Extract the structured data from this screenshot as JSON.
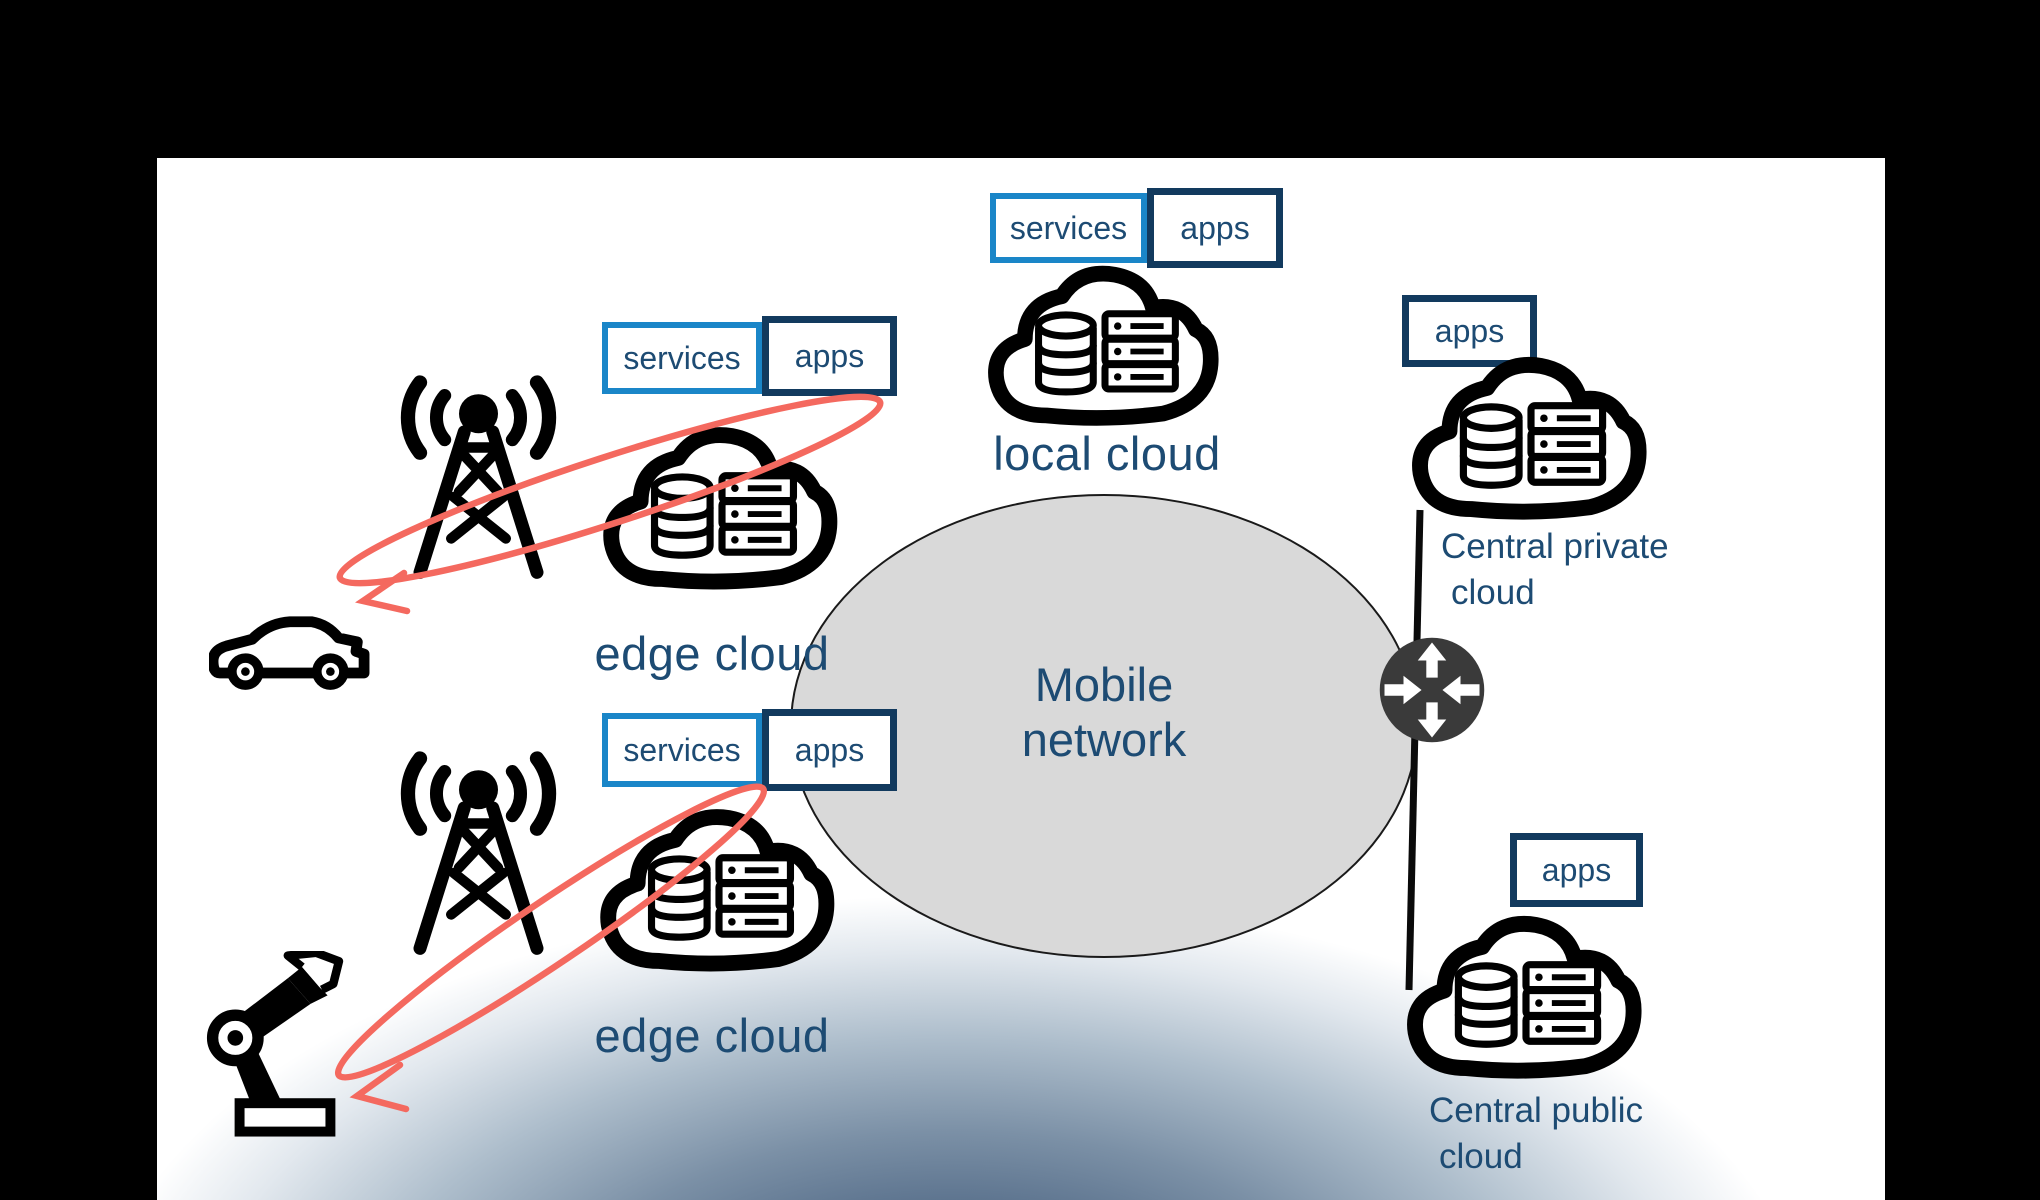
{
  "slide": {
    "background_color": "#000000",
    "canvas_color": "#ffffff"
  },
  "colors": {
    "services_border": "#1a86c8",
    "apps_border": "#123a5e",
    "label_text": "#1d4b73",
    "network_fill": "#d9d9d9",
    "arrow_red": "#f4695f",
    "router_fill": "#3a3a3a",
    "connector_black": "#0a0a0a",
    "bottom_glow": "#3b5474"
  },
  "mobile_network": {
    "line1": "Mobile",
    "line2": "network"
  },
  "local_cloud": {
    "label": "local cloud",
    "services_tag": "services",
    "apps_tag": "apps"
  },
  "edge_cloud_top": {
    "label": "edge cloud",
    "services_tag": "services",
    "apps_tag": "apps"
  },
  "edge_cloud_bottom": {
    "label": "edge cloud",
    "services_tag": "services",
    "apps_tag": "apps"
  },
  "central_private_cloud": {
    "label_line1": "Central private",
    "label_line2": "cloud",
    "apps_tag": "apps"
  },
  "central_public_cloud": {
    "label_line1": "Central public",
    "label_line2": "cloud",
    "apps_tag": "apps"
  },
  "icons": {
    "cloud": "cloud-datacenter-icon",
    "tower": "cell-tower-icon",
    "car": "car-icon",
    "robot": "robot-arm-icon",
    "router": "router-icon"
  }
}
